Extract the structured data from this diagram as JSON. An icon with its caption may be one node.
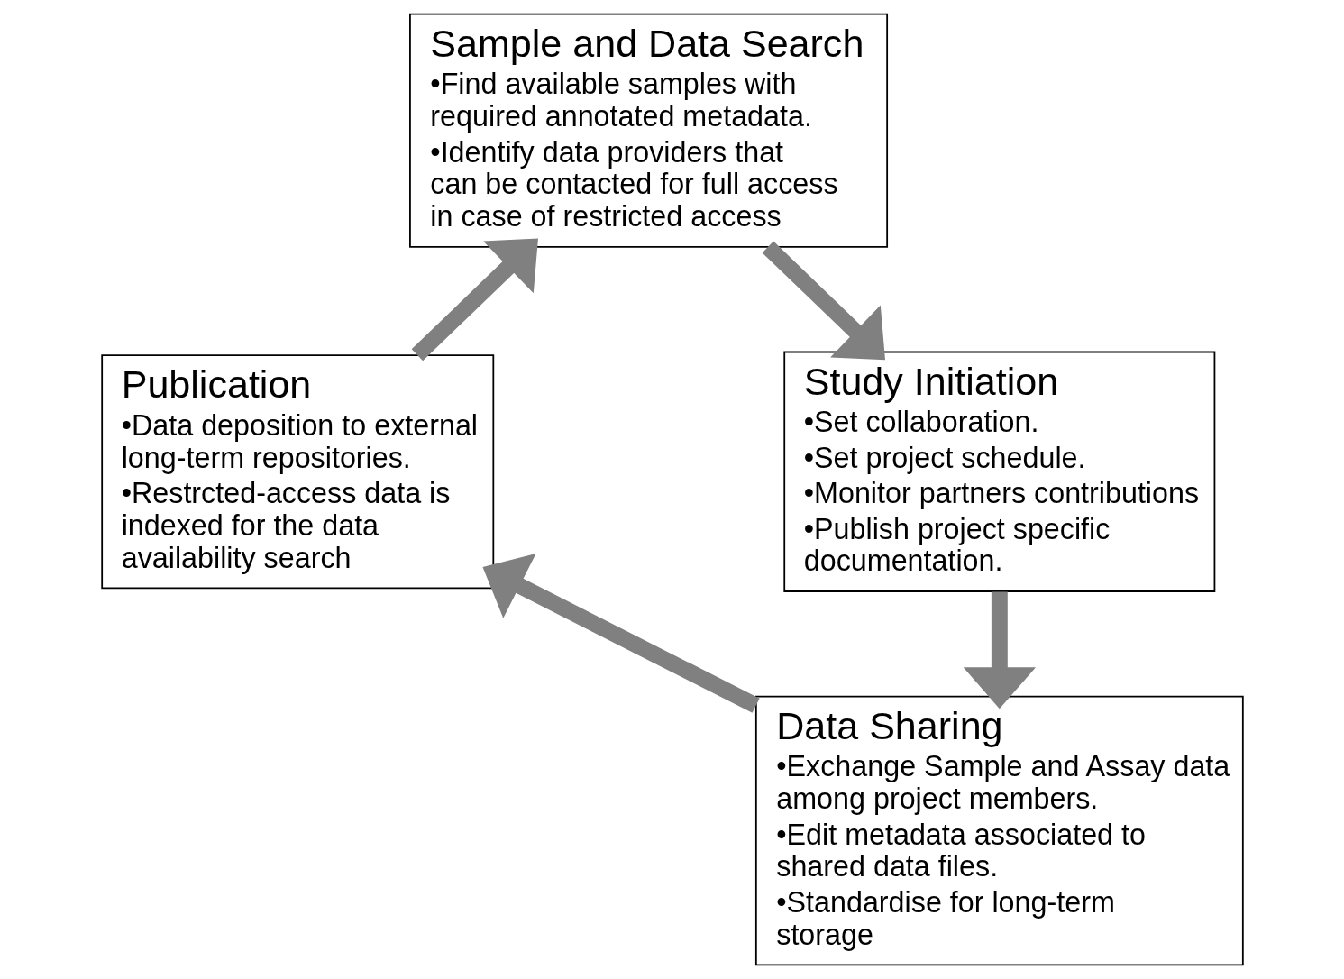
{
  "diagram": {
    "nodes": [
      {
        "text": [
          "Sample and Data Search",
          "•Find available samples with required annotated metadata.",
          "•Identify data providers that can be contacted for full access in case of restricted access"
        ]
      },
      {
        "text": [
          "Study Initiation",
          "•Set collaboration.",
          "•Set project schedule.",
          "•Monitor partners contributions",
          "•Publish project specific documentation."
        ]
      },
      {
        "text": [
          "Data Sharing",
          "•Exchange Sample and Assay data among project members.",
          "•Edit metadata associated to shared data files.",
          "•Standardise for long-term storage"
        ]
      },
      {
        "text": [
          "Publication",
          "•Data deposition to external long-term repositories.",
          "•Restrcted-access data is indexed for the data availability search"
        ]
      }
    ],
    "edges": [
      {
        "from": 0,
        "to": 1,
        "arrow": "to"
      },
      {
        "from": 1,
        "to": 2,
        "arrow": "to"
      },
      {
        "from": 2,
        "to": 3,
        "arrow": "to"
      },
      {
        "from": 3,
        "to": 0,
        "arrow": "to"
      }
    ]
  }
}
